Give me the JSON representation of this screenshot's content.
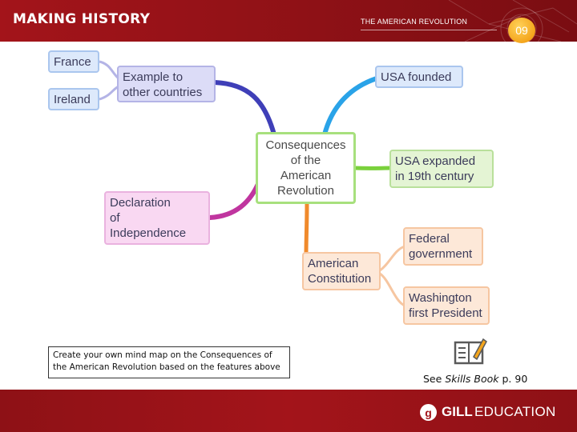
{
  "header": {
    "brand": "MAKING HISTORY",
    "section_title": "THE AMERICAN REVOLUTION",
    "page_number": "09"
  },
  "mindmap": {
    "center": [
      "Consequences",
      "of the",
      "American",
      "Revolution"
    ],
    "nodes": {
      "france": "France",
      "ireland": "Ireland",
      "example": [
        "Example to",
        "other countries"
      ],
      "usa_founded": "USA founded",
      "usa_expanded": [
        "USA expanded",
        "in 19th century"
      ],
      "declaration": [
        "Declaration",
        "of",
        "Independence"
      ],
      "constitution": [
        "American",
        "Constitution"
      ],
      "federal": [
        "Federal",
        "government"
      ],
      "washington": [
        "Washington",
        "first President"
      ]
    },
    "branch_colors": {
      "example": "#3f3fb8",
      "usa_founded": "#2aa3e8",
      "usa_expanded": "#7ad13c",
      "declaration": "#c0359f",
      "constitution": "#f08a2c"
    }
  },
  "instructions": "Create your own mind map on the Consequences of the American Revolution based on the features above",
  "skills": {
    "prefix": "See",
    "book": "Skills Book",
    "page": "p. 90"
  },
  "footer": {
    "logo_letter": "g",
    "logo_gill": "GILL",
    "logo_education": "EDUCATION"
  },
  "colors": {
    "header_red": "#a3141a",
    "badge_orange": "#f4a51c"
  }
}
